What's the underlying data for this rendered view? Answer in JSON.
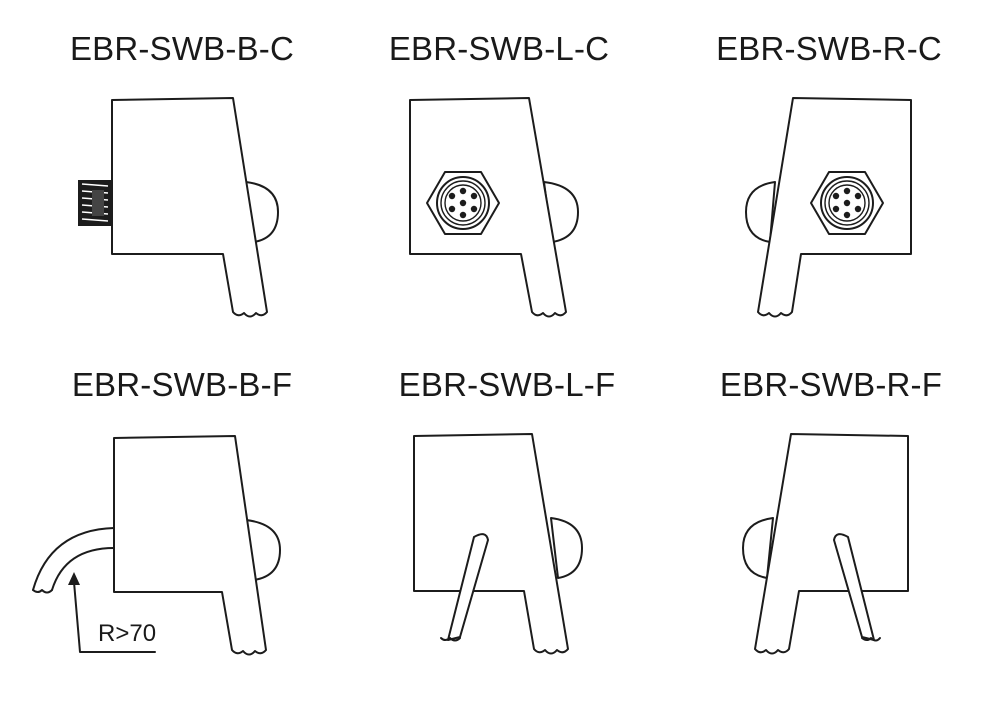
{
  "variants": [
    {
      "label": "EBR-SWB-B-C"
    },
    {
      "label": "EBR-SWB-L-C"
    },
    {
      "label": "EBR-SWB-R-C"
    },
    {
      "label": "EBR-SWB-B-F"
    },
    {
      "label": "EBR-SWB-L-F"
    },
    {
      "label": "EBR-SWB-R-F"
    }
  ],
  "dimension_note": "R>70"
}
